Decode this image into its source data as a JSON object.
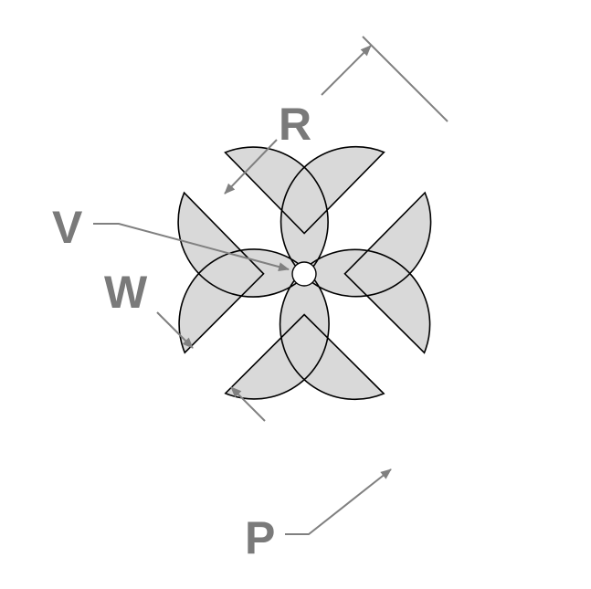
{
  "labels": {
    "R": "R",
    "V": "V",
    "W": "W",
    "P": "P"
  },
  "colors": {
    "pad_fill": "#d9d9d9",
    "outline": "#000000",
    "label": "#7a7a7a",
    "leader": "#808080",
    "background": "#ffffff"
  }
}
